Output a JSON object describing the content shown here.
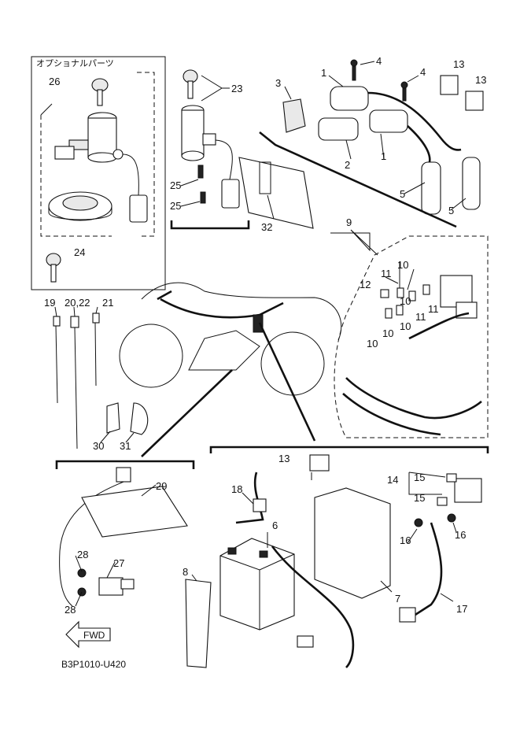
{
  "optional_parts_title": "オプショナルパーツ",
  "diagram_code": "B3P1010-U420",
  "fwd_label": "FWD",
  "callouts": {
    "c1a": "1",
    "c1b": "1",
    "c2": "2",
    "c3": "3",
    "c4a": "4",
    "c4b": "4",
    "c5a": "5",
    "c5b": "5",
    "c6": "6",
    "c7": "7",
    "c8": "8",
    "c9": "9",
    "c10a": "10",
    "c10b": "10",
    "c10c": "10",
    "c10d": "10",
    "c11a": "11",
    "c11b": "11",
    "c11c": "11",
    "c12": "12",
    "c13a": "13",
    "c13b": "13",
    "c13c": "13",
    "c14": "14",
    "c15a": "15",
    "c15b": "15",
    "c16a": "16",
    "c16b": "16",
    "c17": "17",
    "c18": "18",
    "c19": "19",
    "c20": "20,22",
    "c21": "21",
    "c23": "23",
    "c24": "24",
    "c25a": "25",
    "c25b": "25",
    "c26": "26",
    "c27": "27",
    "c28a": "28",
    "c28b": "28",
    "c29": "29",
    "c30": "30",
    "c31": "31",
    "c32": "32"
  }
}
